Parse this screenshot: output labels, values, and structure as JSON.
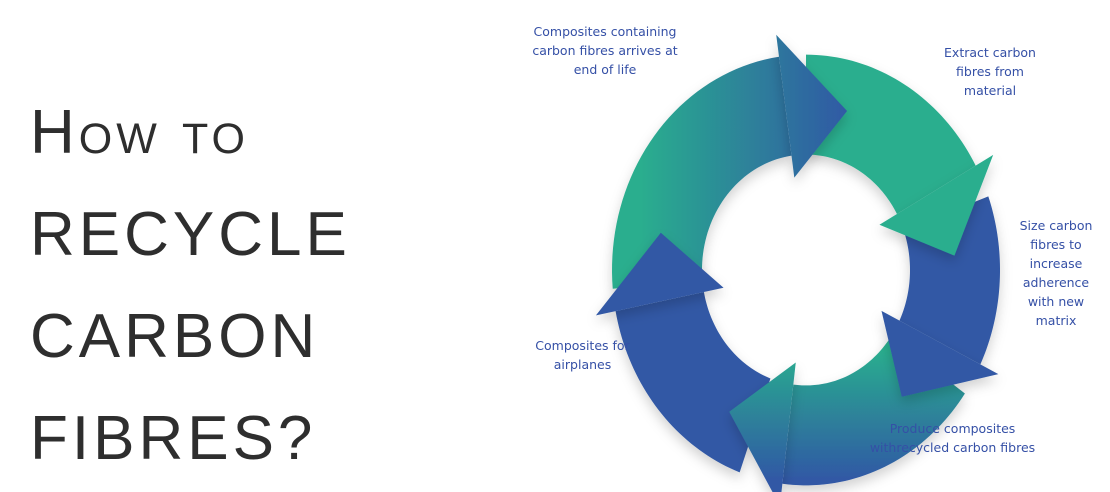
{
  "title": {
    "lines": [
      "How to",
      "RECYCLE",
      "CARBON",
      "FIBRES?"
    ]
  },
  "cycle": {
    "steps": [
      {
        "label": "Composites containing carbon fibres arrives at end of life"
      },
      {
        "label": "Extract carbon fibres from material"
      },
      {
        "label": "Size carbon fibres to increase adherence with new matrix"
      },
      {
        "label": "Produce composites withrecycled carbon fibres"
      },
      {
        "label": "Composites for airplanes"
      }
    ]
  },
  "colors": {
    "green": "#2aae8e",
    "blue": "#3058a5",
    "label": "#3550a6",
    "title": "#2e2e2e"
  }
}
